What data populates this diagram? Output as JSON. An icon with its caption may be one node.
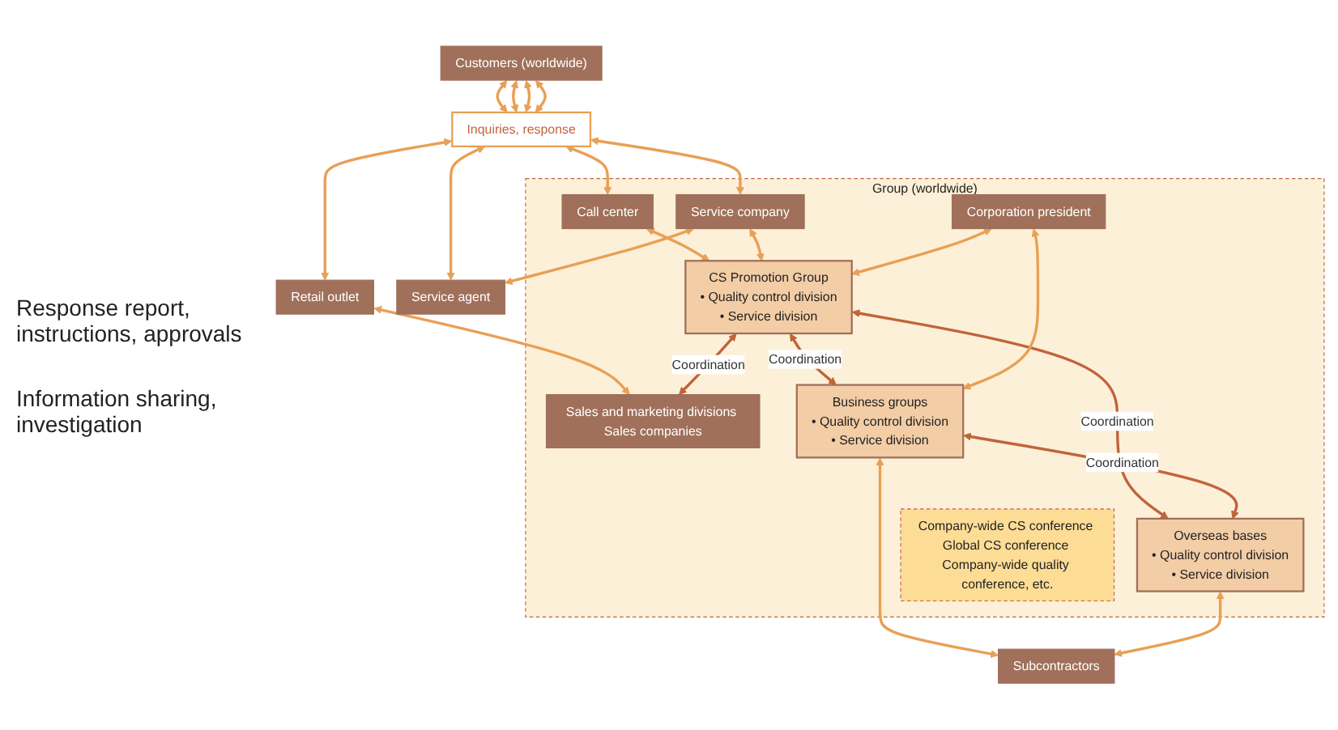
{
  "diagram": {
    "nodes": [
      {
        "text": [
          "Customers (worldwide)"
        ]
      },
      {
        "text": [
          "Inquiries, response"
        ]
      },
      {
        "text": [
          "Group (worldwide)"
        ]
      },
      {
        "text": [
          "Call center"
        ],
        "in": 2
      },
      {
        "text": [
          "Service company"
        ],
        "in": 2
      },
      {
        "text": [
          "Service agent"
        ]
      },
      {
        "text": [
          "Retail outlet"
        ]
      },
      {
        "text": [
          "CS Promotion Group",
          "• Quality control division",
          "• Service division"
        ],
        "in": 2
      },
      {
        "text": [
          "Sales and marketing divisions Sales companies"
        ],
        "in": 2
      },
      {
        "text": [
          "Business groups",
          "• Quality control division",
          "• Service division"
        ],
        "in": 2
      },
      {
        "text": [
          "Overseas bases",
          "• Quality control division",
          "• Service division"
        ],
        "in": 2
      },
      {
        "text": [
          "Corporation president"
        ],
        "in": 2
      },
      {
        "text": [
          "Company-wide CS conference Global CS conference Company-wide quality conference, etc."
        ],
        "in": 2
      },
      {
        "text": [
          "Subcontractors"
        ]
      }
    ],
    "edges": [
      {
        "from": 0,
        "to": 1,
        "arrow": "both"
      },
      {
        "from": 0,
        "to": 1,
        "arrow": "both"
      },
      {
        "from": 0,
        "to": 1,
        "arrow": "both"
      },
      {
        "from": 0,
        "to": 1,
        "arrow": "both"
      },
      {
        "from": 1,
        "to": 3,
        "arrow": "both"
      },
      {
        "from": 1,
        "to": 4,
        "arrow": "both"
      },
      {
        "from": 1,
        "to": 5,
        "arrow": "both"
      },
      {
        "from": 1,
        "to": 6,
        "arrow": "both"
      },
      {
        "from": 4,
        "to": 5,
        "arrow": "both"
      },
      {
        "from": 3,
        "to": 7,
        "arrow": "both"
      },
      {
        "from": 4,
        "to": 7,
        "arrow": "both"
      },
      {
        "from": 6,
        "to": 8,
        "arrow": "both"
      },
      {
        "from": 7,
        "to": 8,
        "arrow": "both",
        "label": "Coordination",
        "color": "#c0643c"
      },
      {
        "from": 7,
        "to": 9,
        "arrow": "both",
        "label": "Coordination",
        "color": "#c0643c"
      },
      {
        "from": 7,
        "to": 10,
        "arrow": "both",
        "label": "Coordination",
        "color": "#c0643c"
      },
      {
        "from": 9,
        "to": 10,
        "arrow": "both",
        "label": "Coordination",
        "color": "#c0643c"
      },
      {
        "from": 11,
        "to": 7,
        "arrow": "both"
      },
      {
        "from": 11,
        "to": 9,
        "arrow": "both"
      },
      {
        "from": 9,
        "to": 13,
        "arrow": "both"
      },
      {
        "from": 10,
        "to": 13,
        "arrow": "both"
      }
    ],
    "labels": [
      "Response report, instructions, approvals",
      "Information sharing, investigation"
    ]
  }
}
